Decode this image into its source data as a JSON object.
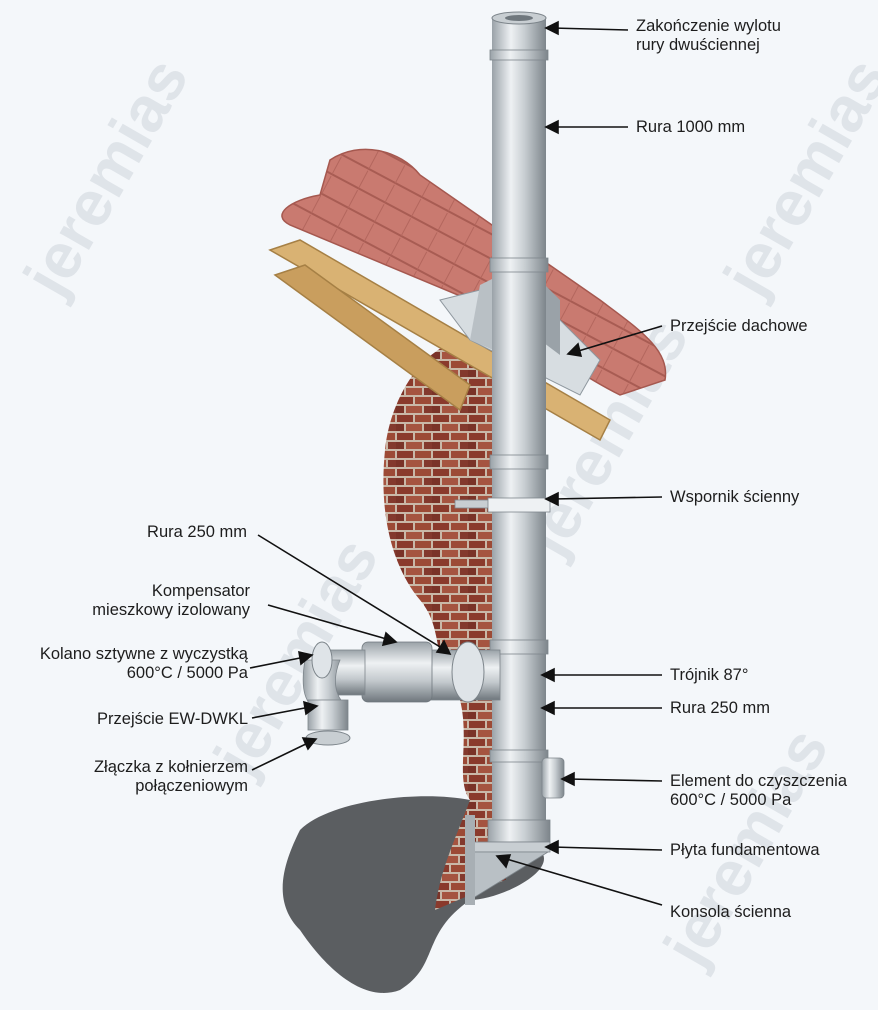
{
  "watermark": "jeremias",
  "labels": {
    "outlet_end": [
      "Zakończenie wylotu",
      "rury dwuściennej"
    ],
    "pipe_1000": "Rura 1000 mm",
    "roof_passage": "Przejście dachowe",
    "wall_support": "Wspornik ścienny",
    "pipe_250_left": "Rura 250 mm",
    "compensator": [
      "Kompensator",
      "mieszkowy izolowany"
    ],
    "elbow": [
      "Kolano sztywne z wyczystką",
      "600°C / 5000 Pa"
    ],
    "ew_dwkl": "Przejście EW-DWKL",
    "flange_connector": [
      "Złączka z kołnierzem",
      "połączeniowym"
    ],
    "tee": "Trójnik 87°",
    "pipe_250_right": "Rura 250 mm",
    "cleaning_element": [
      "Element do czyszczenia",
      "600°C / 5000 Pa"
    ],
    "base_plate": "Płyta fundamentowa",
    "wall_console": "Konsola ścienna"
  },
  "colors": {
    "brick": "#8a3a2c",
    "mortar": "#c9b8a8",
    "roof_tile": "#c97a70",
    "timber": "#d9b273",
    "steel_light": "#e3e7ea",
    "steel_dark": "#8e979e",
    "shadow": "#4a4d50",
    "arrow": "#111111"
  }
}
